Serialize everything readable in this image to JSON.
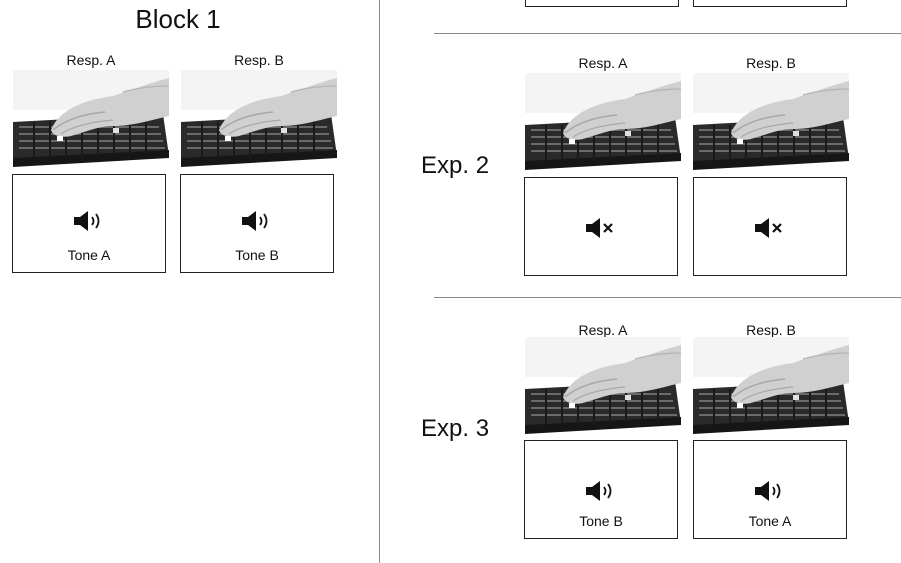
{
  "block1": {
    "title": "Block 1",
    "resp_a": "Resp. A",
    "resp_b": "Resp. B",
    "tone_a": "Tone A",
    "tone_b": "Tone B"
  },
  "exp2": {
    "label": "Exp. 2",
    "resp_a": "Resp. A",
    "resp_b": "Resp. B",
    "icon": "speaker-muted-icon"
  },
  "exp3": {
    "label": "Exp. 3",
    "resp_a": "Resp. A",
    "resp_b": "Resp. B",
    "tone_left": "Tone B",
    "tone_right": "Tone A"
  },
  "icons": {
    "sound": "speaker-sound-icon",
    "muted": "speaker-muted-icon"
  }
}
